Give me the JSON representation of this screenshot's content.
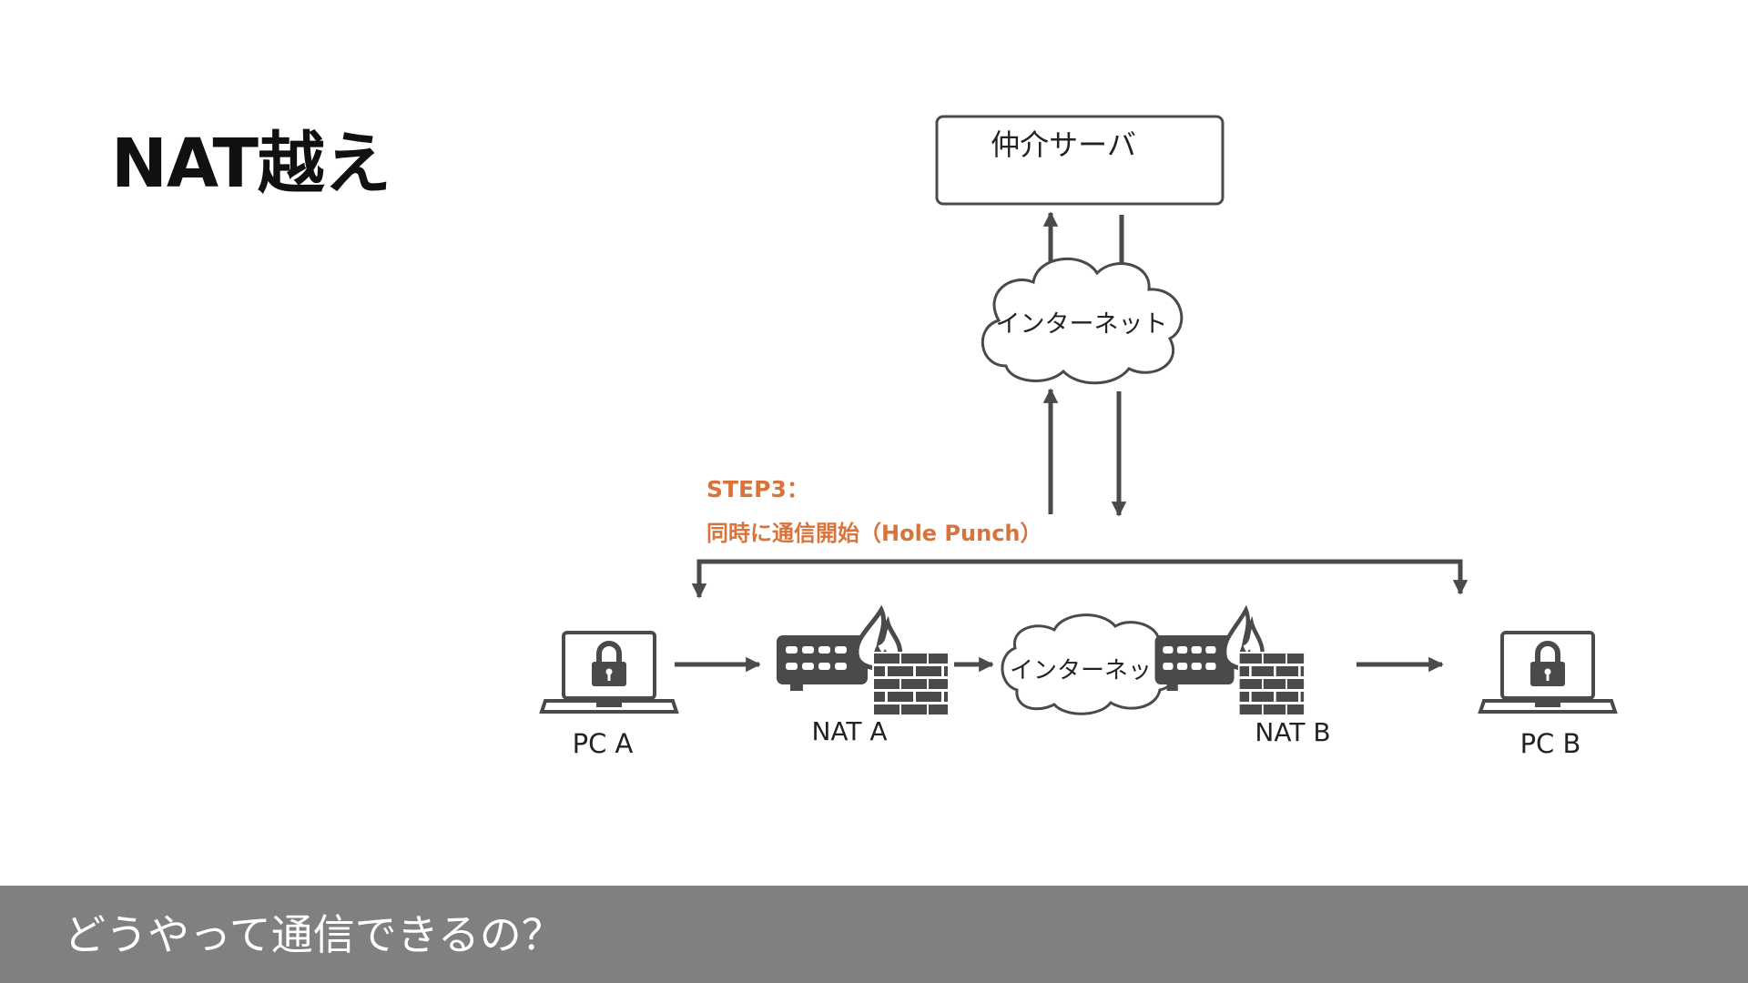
{
  "title": "NAT越え",
  "diagram": {
    "server_label": "仲介サーバ",
    "internet_label": "インターネット",
    "step_title": "STEP3：",
    "step_desc": "同時に通信開始（Hole Punch）",
    "pc_a_label": "PC A",
    "nat_a_label": "NAT A",
    "nat_b_label": "NAT B",
    "pc_b_label": "PC B"
  },
  "footer": {
    "text": "どうやって通信できるの？"
  },
  "colors": {
    "accent": "#d9733a",
    "diagram": "#4a4a4a",
    "footer_bg": "#808080",
    "footer_text": "#ffffff"
  }
}
